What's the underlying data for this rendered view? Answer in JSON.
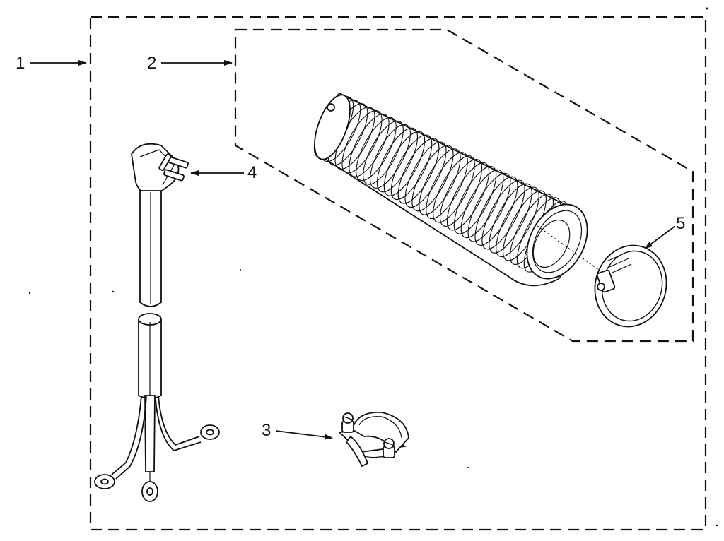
{
  "callouts": [
    {
      "id": "1",
      "label": "1"
    },
    {
      "id": "2",
      "label": "2"
    },
    {
      "id": "3",
      "label": "3"
    },
    {
      "id": "4",
      "label": "4"
    },
    {
      "id": "5",
      "label": "5"
    }
  ],
  "colors": {
    "ink": "#111111",
    "background": "#ffffff"
  }
}
